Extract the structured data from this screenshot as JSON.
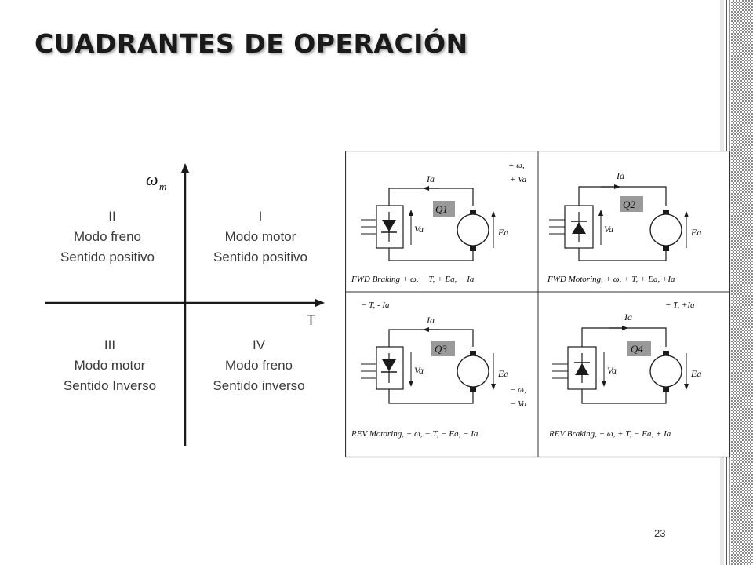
{
  "title": "CUADRANTES DE OPERACIÓN",
  "page_number": "23",
  "axes": {
    "y_label": "ω",
    "y_sub": "m",
    "x_label": "T"
  },
  "quadrants": [
    {
      "roman": "II",
      "line1": "Modo freno",
      "line2": "Sentido positivo"
    },
    {
      "roman": "I",
      "line1": "Modo motor",
      "line2": "Sentido positivo"
    },
    {
      "roman": "III",
      "line1": "Modo motor",
      "line2": "Sentido Inverso"
    },
    {
      "roman": "IV",
      "line1": "Modo freno",
      "line2": "Sentido inverso"
    }
  ],
  "panels": [
    {
      "tag": "Q1",
      "current": "Ia",
      "voltage": "Va",
      "emf": "Ea",
      "corner1": "+ ω,",
      "corner2": "+ Va",
      "caption": "FWD Braking + ω, − T, + Ea, − Ia"
    },
    {
      "tag": "Q2",
      "current": "Ia",
      "voltage": "Va",
      "emf": "Ea",
      "corner1": "",
      "corner2": "",
      "caption": "FWD Motoring, + ω, + T, + Ea, +Ia"
    },
    {
      "tag": "Q3",
      "current": "Ia",
      "voltage": "Va",
      "emf": "Ea",
      "corner1": "− T, - Ia",
      "corner2": "",
      "extra1": "− ω,",
      "extra2": "− Va",
      "caption": "REV Motoring, − ω, − T, − Ea, − Ia"
    },
    {
      "tag": "Q4",
      "current": "Ia",
      "voltage": "Va",
      "emf": "Ea",
      "corner1": "+ T, +Ia",
      "corner2": "",
      "caption": "REV Braking, − ω, + T, − Ea, + Ia"
    }
  ],
  "colors": {
    "tag_fill": "#9a9a9a",
    "line": "#1a1a1a"
  }
}
